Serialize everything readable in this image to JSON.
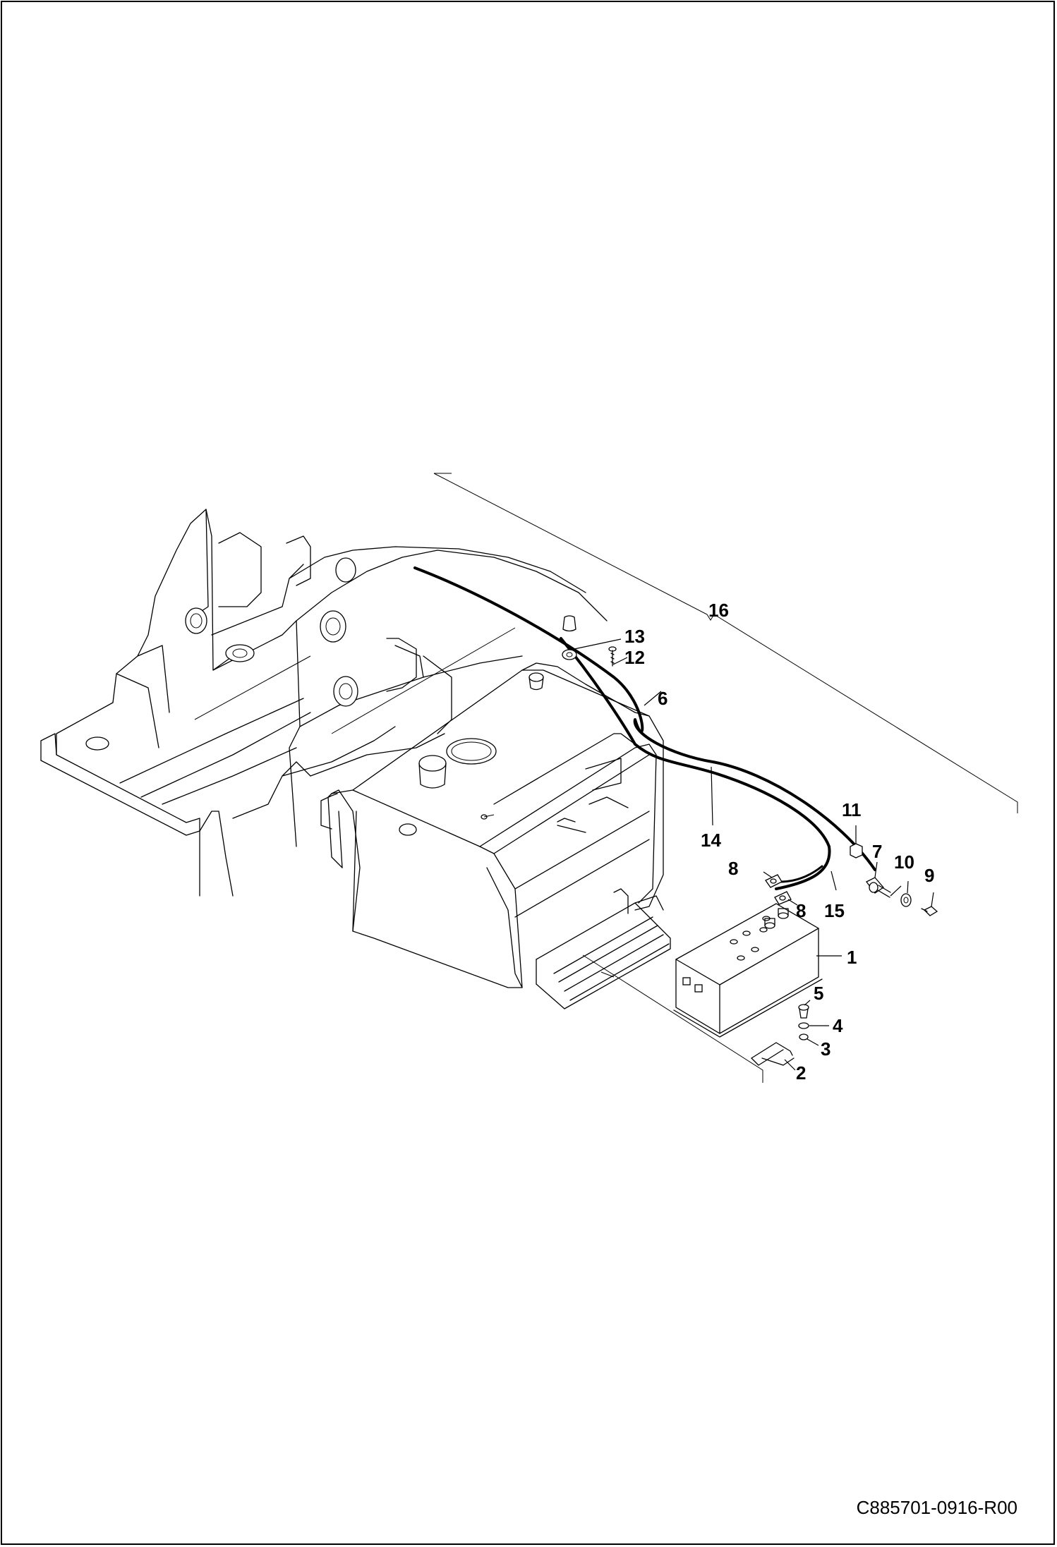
{
  "drawing_code": "C885701-0916-R00",
  "callouts": [
    "1",
    "2",
    "3",
    "4",
    "5",
    "6",
    "7",
    "8",
    "8",
    "9",
    "10",
    "11",
    "12",
    "13",
    "14",
    "15",
    "16"
  ]
}
